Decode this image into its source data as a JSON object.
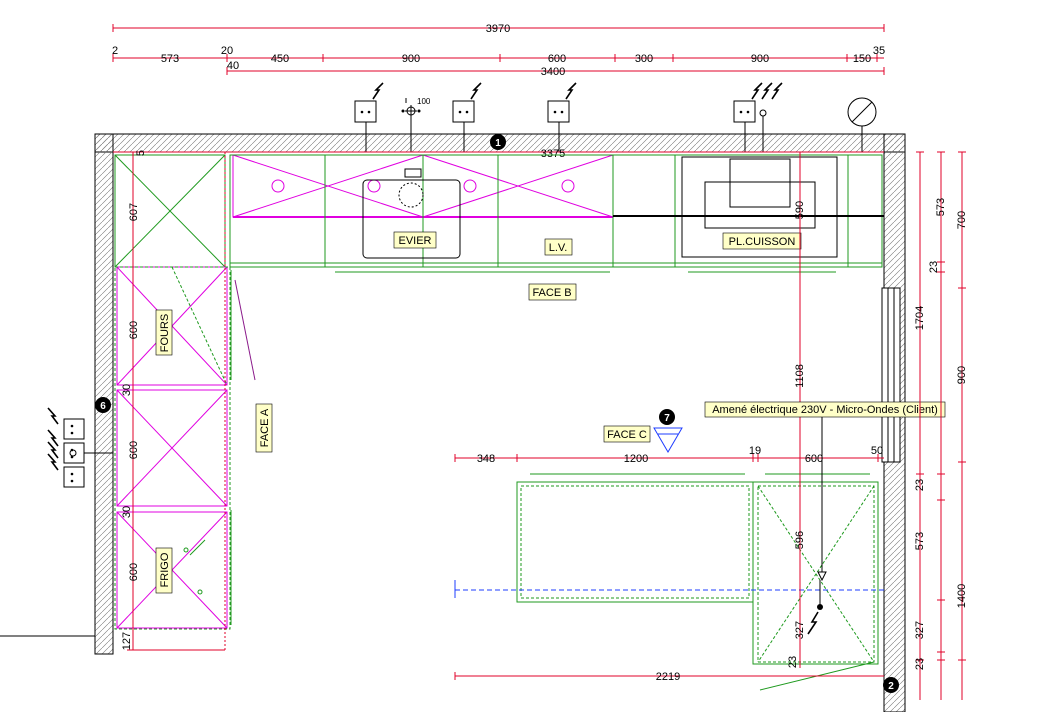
{
  "dimensions": {
    "top_total": "3970",
    "top_row": [
      "2",
      "573",
      "20",
      "450",
      "900",
      "600",
      "300",
      "900",
      "150",
      "35"
    ],
    "top_sub_40": "40",
    "top_3400": "3400",
    "back_3375": "3375",
    "wall_5": "5",
    "wall_607": "607",
    "left_30a": "30",
    "left_600a": "600",
    "left_30b": "30",
    "left_600b": "600",
    "left_600c": "600",
    "left_127": "127",
    "v_590": "590",
    "v_1108": "1108",
    "v_596": "596",
    "v_327": "327",
    "v_23_mid": "23",
    "island_348": "348",
    "island_1200": "1200",
    "island_19": "19",
    "island_600": "600",
    "island_50": "50",
    "bottom_2219": "2219",
    "right_573a": "573",
    "right_700": "700",
    "right_23a": "23",
    "right_1704": "1704",
    "right_900": "900",
    "right_23b": "23",
    "right_573b": "573",
    "right_1400": "1400",
    "right_327": "327",
    "right_23c": "23",
    "hundred": "100"
  },
  "labels": {
    "evier": "EVIER",
    "lv": "L.V.",
    "plcuisson": "PL.CUISSON",
    "face_b": "FACE B",
    "fours": "FOURS",
    "face_a": "FACE A",
    "frigo": "FRIGO",
    "face_c": "FACE C",
    "amene": "Amené électrique 230V - Micro-Ondes (Client)"
  },
  "markers": [
    "1",
    "2",
    "6",
    "7"
  ],
  "colors": {
    "dimension": "#e0002a",
    "cabinet_magenta": "#e000e0",
    "cabinet_green": "#1f9a1f",
    "tag_bg": "#ffffc8",
    "wall": "#000000",
    "axis_blue": "#1e3cff"
  },
  "icons": [
    "socket-icon",
    "tap-icon",
    "hood-icon",
    "marker-icon",
    "electric-symbol-icon"
  ]
}
